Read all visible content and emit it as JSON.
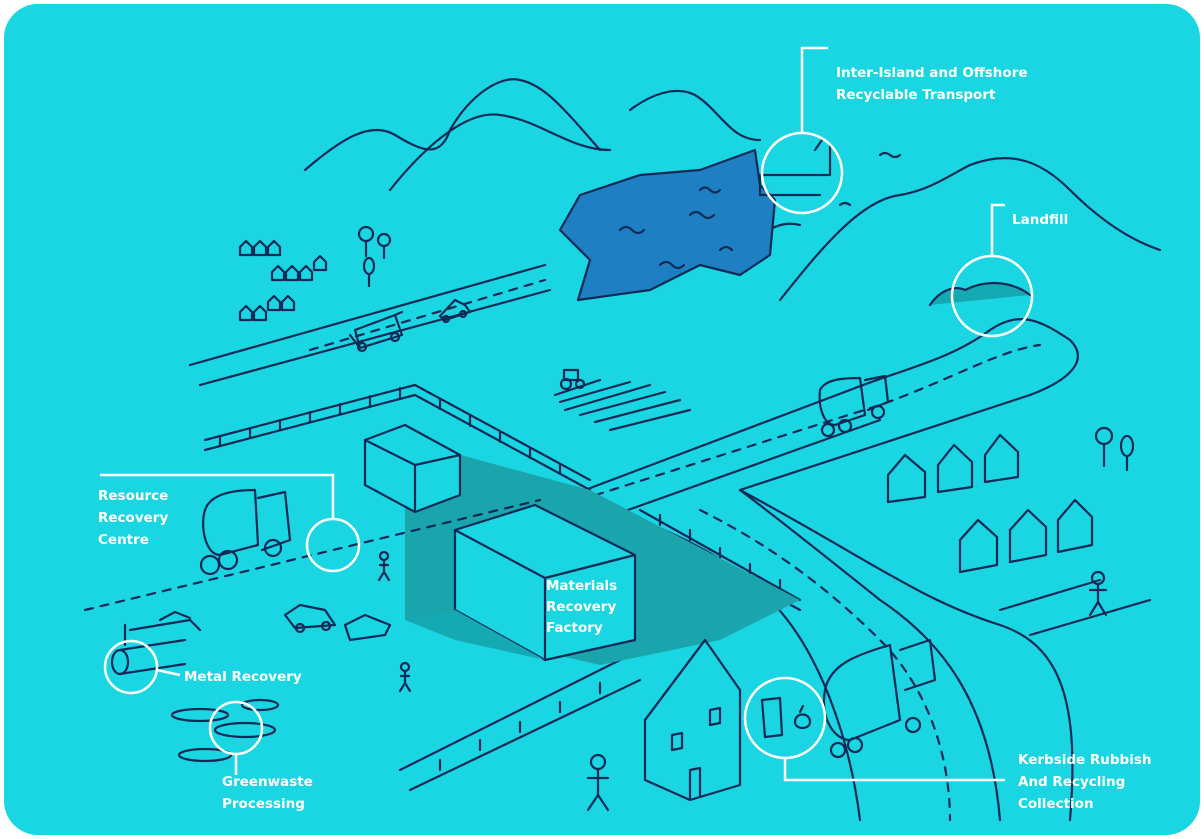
{
  "colors": {
    "background": "#1ad6e3",
    "line": "#0f2a56",
    "callout": "#ffffff",
    "lake": "#1e7fc2",
    "shadow": "#15a9b4",
    "yard": "#1aa5ad"
  },
  "labels": {
    "inter_island_l1": "Inter-Island and Offshore",
    "inter_island_l2": "Recyclable Transport",
    "landfill": "Landfill",
    "resource_l1": "Resource",
    "resource_l2": "Recovery",
    "resource_l3": "Centre",
    "materials_l1": "Materials",
    "materials_l2": "Recovery",
    "materials_l3": "Factory",
    "metal": "Metal Recovery",
    "greenwaste_l1": "Greenwaste",
    "greenwaste_l2": "Processing",
    "kerbside_l1": "Kerbside Rubbish",
    "kerbside_l2": "And Recycling",
    "kerbside_l3": "Collection"
  },
  "icons": [
    "hills",
    "lake",
    "ship",
    "landfill-mound",
    "houses",
    "trees",
    "road",
    "tanker-truck",
    "car",
    "tractor",
    "fence",
    "factory-building",
    "pipe",
    "rubbish-bin",
    "person"
  ]
}
